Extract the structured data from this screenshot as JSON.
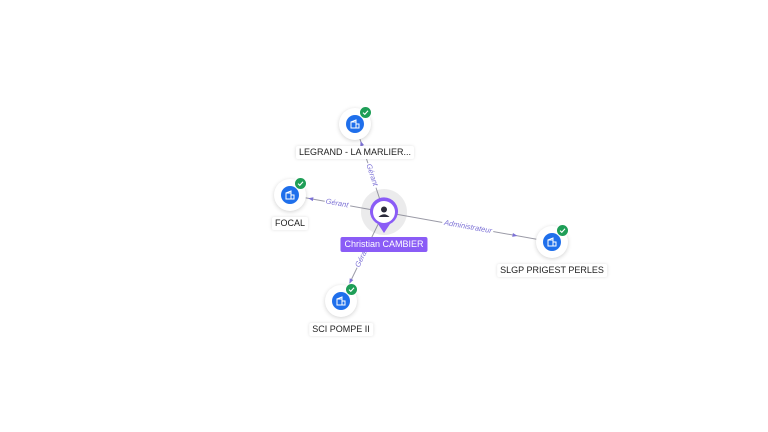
{
  "center": {
    "name": "Christian CAMBIER",
    "icon": "person-icon",
    "accent": "#8a5cf6"
  },
  "companies": [
    {
      "id": "legrand",
      "label": "LEGRAND - LA MARLIER...",
      "icon": "building-icon",
      "verified": true
    },
    {
      "id": "focal",
      "label": "FOCAL",
      "icon": "building-icon",
      "verified": true
    },
    {
      "id": "sci",
      "label": "SCI POMPE II",
      "icon": "building-icon",
      "verified": true
    },
    {
      "id": "slgp",
      "label": "SLGP PRIGEST PERLES",
      "icon": "building-icon",
      "verified": true
    }
  ],
  "relations": [
    {
      "to": "legrand",
      "label": "Gérant"
    },
    {
      "to": "focal",
      "label": "Gérant"
    },
    {
      "to": "sci",
      "label": "Gérant"
    },
    {
      "to": "slgp",
      "label": "Administrateur"
    }
  ],
  "colors": {
    "company": "#1f6feb",
    "verified": "#1e9e57",
    "edge_label": "#7d72d6"
  }
}
